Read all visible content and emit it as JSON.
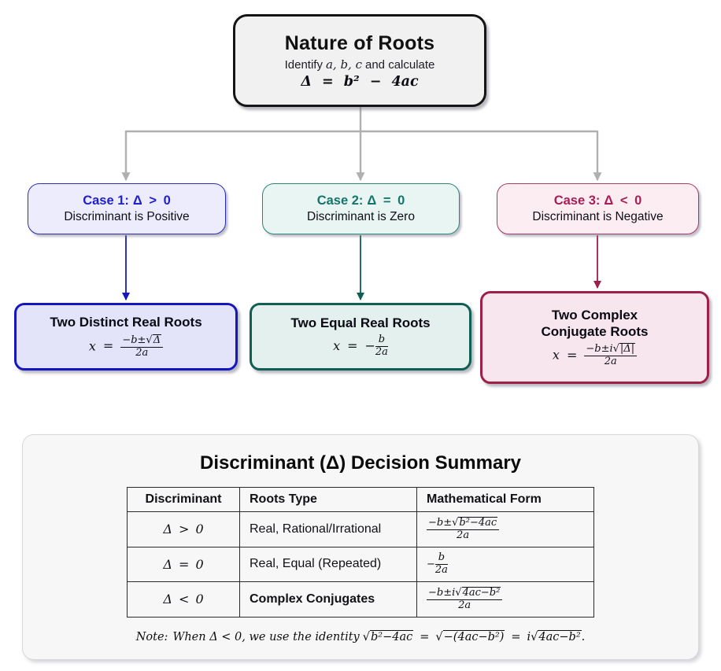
{
  "colors": {
    "connector_gray": "#b0b0b0",
    "blue_accent": "#1f1fcb",
    "blue_case_border": "#2c2cba",
    "blue_result_border": "#1616bf",
    "blue_fill_light": "#ececfc",
    "blue_fill": "#e3e3f9",
    "teal_accent": "#14756a",
    "teal_case_border": "#2b8478",
    "teal_result_border": "#0f5f55",
    "teal_fill_light": "#e9f5f2",
    "teal_fill": "#e3f0ed",
    "maroon_accent": "#a81e55",
    "maroon_case_border": "#a63c66",
    "maroon_result_border": "#9e1f47",
    "maroon_fill_light": "#fcedf3",
    "maroon_fill": "#f8e6ee",
    "top_box_border": "#151515",
    "top_box_fill": "#f1f1f2",
    "panel_fill": "#f7f7f8"
  },
  "top_box": {
    "title": "Nature of Roots",
    "subtitle_pre": "Identify",
    "subtitle_vars": "a, b, c",
    "subtitle_post": "and calculate",
    "formula": "Δ = b² − 4ac"
  },
  "cases": [
    {
      "label": "Case 1:",
      "condition": "Δ > 0",
      "description": "Discriminant is Positive"
    },
    {
      "label": "Case 2:",
      "condition": "Δ = 0",
      "description": "Discriminant is Zero"
    },
    {
      "label": "Case 3:",
      "condition": "Δ < 0",
      "description": "Discriminant is Negative"
    }
  ],
  "results": [
    {
      "title": "Two Distinct Real Roots",
      "lhs": "x",
      "eq": "=",
      "num_pre": "−b±",
      "num_sqrt": "Δ",
      "den": "2a"
    },
    {
      "title": "Two Equal Real Roots",
      "lhs": "x",
      "eq": "=",
      "pre": "−",
      "num": "b",
      "den": "2a"
    },
    {
      "title_line1": "Two Complex",
      "title_line2": "Conjugate Roots",
      "lhs": "x",
      "eq": "=",
      "num_pre": "−b±i",
      "num_sqrt": "|Δ|",
      "den": "2a"
    }
  ],
  "summary": {
    "title": "Discriminant (Δ) Decision Summary",
    "headers": [
      "Discriminant",
      "Roots Type",
      "Mathematical Form"
    ],
    "rows": [
      {
        "discriminant": "Δ > 0",
        "roots_type": "Real, Rational/Irrational",
        "form_num_pre": "−b±",
        "form_num_sqrt": "b²−4ac",
        "form_den": "2a"
      },
      {
        "discriminant": "Δ = 0",
        "roots_type": "Real, Equal (Repeated)",
        "form_pre": "−",
        "form_num": "b",
        "form_den": "2a"
      },
      {
        "discriminant": "Δ < 0",
        "roots_type": "Complex Conjugates",
        "form_num_pre": "−b±i",
        "form_num_sqrt": "4ac−b²",
        "form_den": "2a"
      }
    ],
    "note": {
      "label": "Note:",
      "text": "When Δ < 0, we use the identity",
      "sqrt1": "b²−4ac",
      "eq1": "=",
      "sqrt2": "−(4ac−b²)",
      "eq2": "=",
      "imag": "i",
      "sqrt3": "4ac−b²",
      "period": "."
    }
  }
}
